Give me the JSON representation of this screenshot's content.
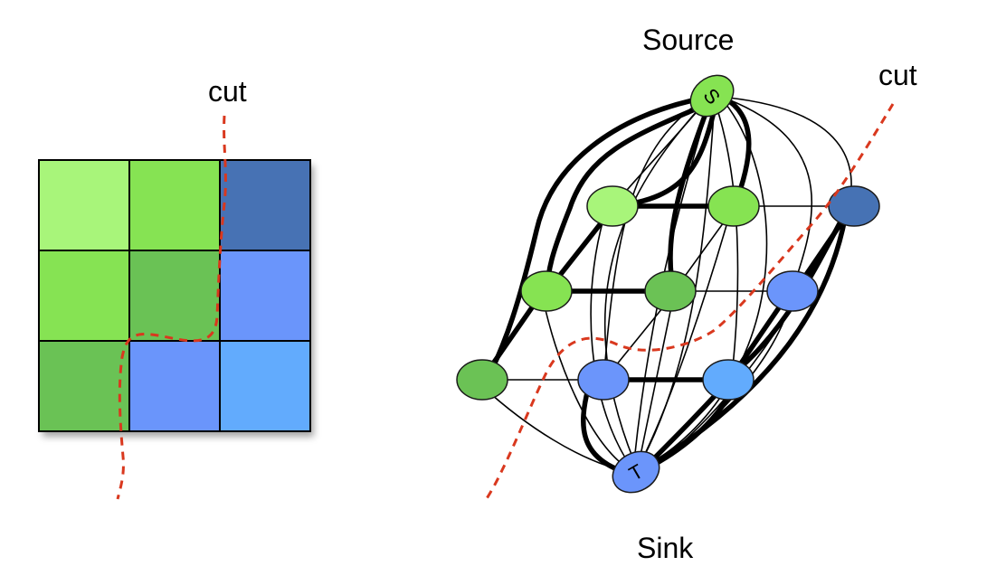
{
  "grid": {
    "cells": [
      {
        "row": 0,
        "col": 0,
        "color": "#a8f57a"
      },
      {
        "row": 0,
        "col": 1,
        "color": "#86e352"
      },
      {
        "row": 0,
        "col": 2,
        "color": "#4672b4"
      },
      {
        "row": 1,
        "col": 0,
        "color": "#86e352"
      },
      {
        "row": 1,
        "col": 1,
        "color": "#6bc255"
      },
      {
        "row": 1,
        "col": 2,
        "color": "#6b95fb"
      },
      {
        "row": 2,
        "col": 0,
        "color": "#6bc255"
      },
      {
        "row": 2,
        "col": 1,
        "color": "#6b95fb"
      },
      {
        "row": 2,
        "col": 2,
        "color": "#62abfd"
      }
    ]
  },
  "labels": {
    "cut_left": "cut",
    "cut_right": "cut",
    "source": "Source",
    "sink": "Sink",
    "source_node": "S",
    "sink_node": "T"
  },
  "graph": {
    "node_colors": {
      "g1": "#a8f57a",
      "g2": "#86e352",
      "g3": "#4672b4",
      "g4": "#86e352",
      "g5": "#6bc255",
      "g6": "#6b95fb",
      "g7": "#6bc255",
      "g8": "#6b95fb",
      "g9": "#62abfd",
      "S": "#86e352",
      "T": "#6b95fb"
    },
    "cut_color": "#d9381e"
  }
}
